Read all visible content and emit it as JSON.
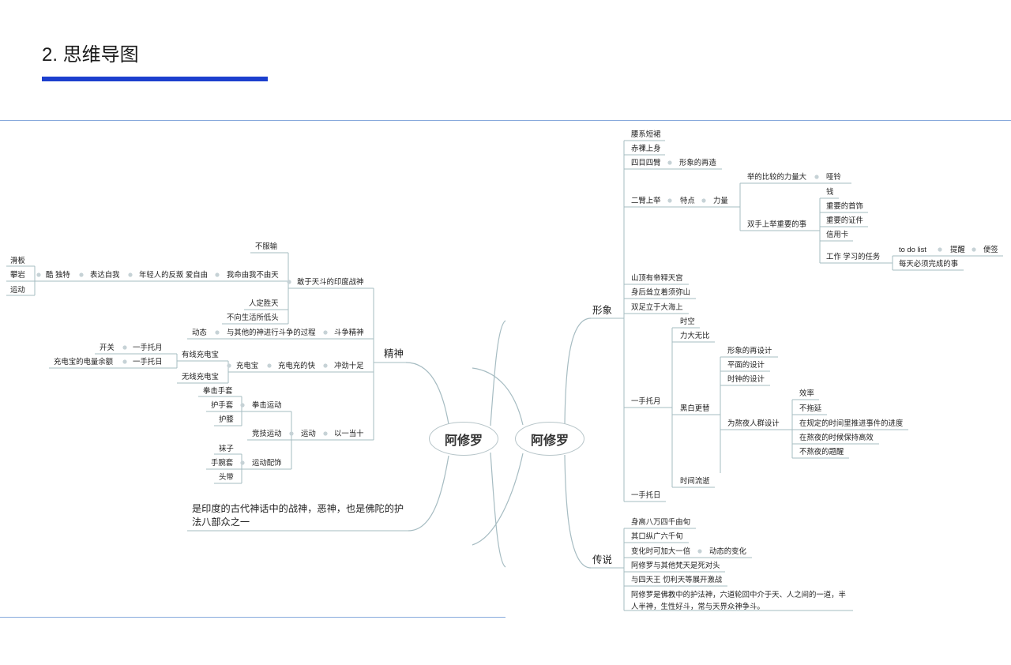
{
  "slide": {
    "title": "2. 思维导图",
    "accent_color": "#1c3fce",
    "rule_color": "#86a9dc",
    "connector_color": "#a6bcc2",
    "node_text_color": "#222222"
  },
  "mindmap": {
    "left_center": "阿修罗",
    "right_center": "阿修罗",
    "spirit": {
      "label": "精神",
      "fearless": "敢于天斗的印度战神",
      "never_give_up": "不服输",
      "my_fate": "我命由我不由天",
      "youth_rebel": "年轻人的反叛 爱自由",
      "self_expression": "表达自我",
      "cool_unique": "酷 独特",
      "extreme_sports": [
        "滑板",
        "攀岩",
        "运动"
      ],
      "man_conquers_heaven": "人定胜天",
      "never_bow": "不向生活所低头",
      "fighting_spirit": "斗争精神",
      "fighting_process": "与其他的神进行斗争的过程",
      "dynamic": "动态",
      "full_drive": "冲劲十足",
      "fast_charge": "充电充的快",
      "power_bank": "充电宝",
      "wired_power_bank": "有线充电宝",
      "wireless_power_bank": "无线充电宝",
      "switch": "开关",
      "moon_in_hand": "一手托月",
      "battery_level": "充电宝的电量余额",
      "sun_in_hand": "一手托日",
      "one_vs_ten": "以一当十",
      "sport": "运动",
      "boxing": "拳击运动",
      "boxing_gear": [
        "拳击手套",
        "护手套",
        "护膝"
      ],
      "competitive_sport": "竞技运动",
      "sport_accessories": "运动配饰",
      "accessory_items": [
        "袜子",
        "手腕套",
        "头带"
      ]
    },
    "description": "是印度的古代神话中的战神，恶神，也是佛陀的护法八部众之一",
    "image": {
      "label": "形象",
      "skirt": "腰系短裙",
      "bare_upper": "赤裸上身",
      "four_eyes_arms": "四目四臂",
      "reshaped_image": "形象的再造",
      "arms_raised": "二臂上举",
      "feature": "特点",
      "strength": "力量",
      "lift_strength": "举的比较的力量大",
      "dumbbell": "哑铃",
      "lift_important": "双手上举重要的事",
      "important_things": [
        "钱",
        "重要的首饰",
        "重要的证件",
        "信用卡"
      ],
      "work_study_tasks": "工作 学习的任务",
      "todo": "to do list",
      "reminder": "提醒",
      "sticky_note": "便签",
      "daily_must": "每天必须完成的事",
      "heaven_palace": "山顶有帝释天宫",
      "mount_sumeru": "身后耸立着须弥山",
      "feet_on_sea": "双足立于大海上",
      "moon_in_hand": "一手托月",
      "space_time": "时空",
      "mighty": "力大无比",
      "day_night": "黑白更替",
      "time_passing": "时间流逝",
      "redesign": "形象的再设计",
      "graphic_design": "平面的设计",
      "clock_design": "时钟的设计",
      "night_owl_design": "为熬夜人群设计",
      "night_owl_items": [
        "效率",
        "不拖延",
        "在规定的时间里推进事件的进度",
        "在熬夜的时候保持高效",
        "不熬夜的题醒"
      ],
      "sun_in_hand": "一手托日"
    },
    "legend": {
      "label": "传说",
      "height": "身高八万四千由旬",
      "mouth": "其口纵广六千旬",
      "double_size": "变化时可加大一倍",
      "dynamic_change": "动态的变化",
      "rival": "阿修罗与其他梵天是死对头",
      "battle": "与四天王 忉利天等展开激战",
      "buddhism": "阿修罗是佛教中的护法神，六道轮回中介于天、人之间的一道，半人半神，生性好斗，常与天界众神争斗。"
    }
  }
}
